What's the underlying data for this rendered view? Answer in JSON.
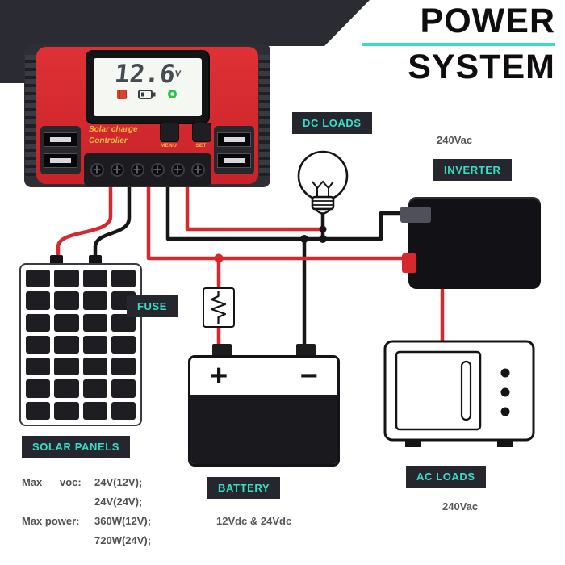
{
  "header": {
    "line1": "POWER",
    "line2": "SYSTEM"
  },
  "controller": {
    "display_value": "12.6",
    "display_unit": "V",
    "brand_line1": "Solar  charge",
    "brand_line2": "Controller",
    "menu_button": "MENU",
    "set_button": "SET"
  },
  "chips": {
    "dc_loads": "DC LOADS",
    "inverter": "INVERTER",
    "fuse": "FUSE",
    "solar_panels": "SOLAR PANELS",
    "battery": "BATTERY",
    "ac_loads": "AC LOADS"
  },
  "annotations": {
    "inverter_voltage": "240Vac",
    "ac_loads_voltage": "240Vac",
    "battery_voltage": "12Vdc & 24Vdc"
  },
  "battery": {
    "plus": "+",
    "minus": "−"
  },
  "specs": {
    "rows": [
      {
        "label": "Max      voc:",
        "value": "24V(12V);"
      },
      {
        "label": "",
        "value": "24V(24V);"
      },
      {
        "label": "Max power:",
        "value": "360W(12V);"
      },
      {
        "label": "",
        "value": "720W(24V);"
      }
    ]
  },
  "panel": {
    "rows": 7,
    "cols": 4
  },
  "colors": {
    "accent": "#35dcc6",
    "wire_red": "#d7282e",
    "wire_black": "#161616",
    "dark": "#2b2b33"
  }
}
